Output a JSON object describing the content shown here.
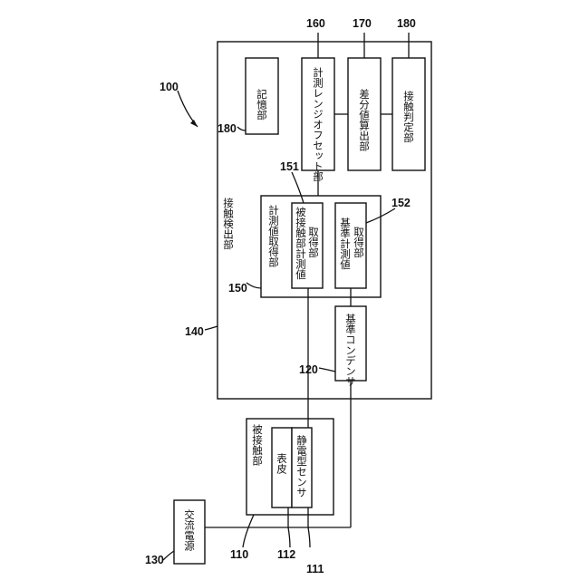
{
  "labels": {
    "storage": "記憶部",
    "range_offset": "計測レンジオフセット部",
    "diff_calc": "差分値算出部",
    "contact_judge": "接触判定部",
    "contact_detect": "接触検出部",
    "measure_acquire": "計測値取得部",
    "contact_part_measure": "被接触部計測値取得部",
    "reference_measure": "基準計測値取得部",
    "reference_capacitor": "基準コンデンサ",
    "contacted_part": "被接触部",
    "surface": "表皮",
    "capacitive_sensor": "静電型センサ",
    "ac_power": "交流電源"
  },
  "refs": {
    "system": "100",
    "contacted_part": "110",
    "sensor": "111",
    "surface": "112",
    "capacitor": "120",
    "ac_power": "130",
    "detect_unit": "140",
    "measure_acquire": "150",
    "contact_measure": "151",
    "reference_measure": "152",
    "range_offset": "160",
    "diff_calc": "170",
    "contact_judge": "180",
    "storage": "180"
  }
}
